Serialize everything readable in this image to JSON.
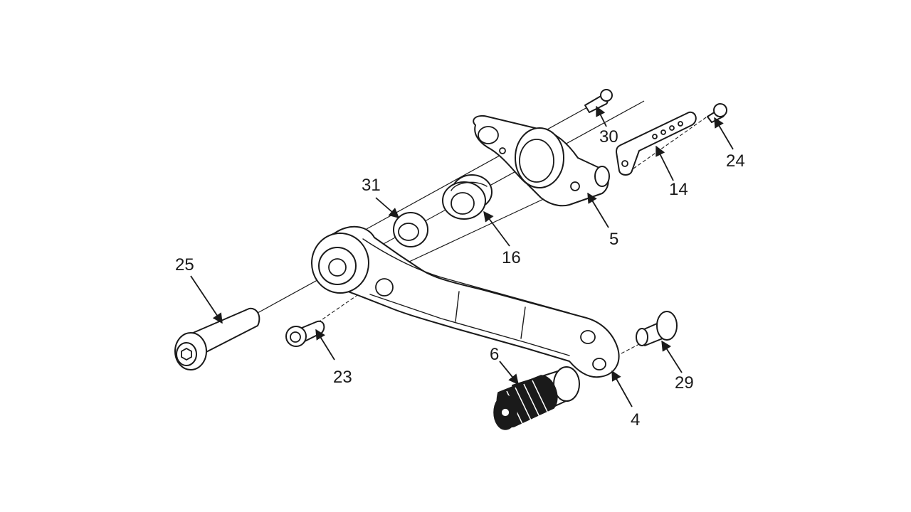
{
  "callouts": {
    "bolt_25": "25",
    "bolt_23": "23",
    "washer_31": "31",
    "bushing_16": "16",
    "bracket_5": "5",
    "screw_30": "30",
    "plate_14": "14",
    "screw_24": "24",
    "knob_6": "6",
    "lever_4": "4",
    "pin_29": "29"
  },
  "colors": {
    "line": "#1a1a1a",
    "background": "#ffffff"
  }
}
